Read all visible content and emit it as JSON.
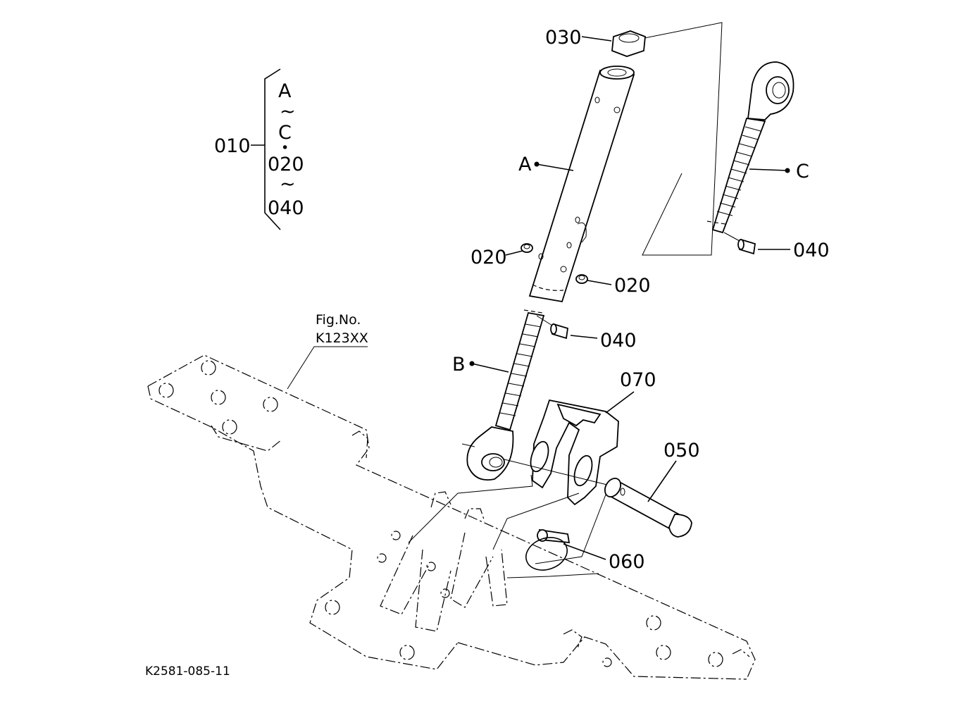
{
  "legend": {
    "ref": "010",
    "lines": [
      "A",
      "~",
      "C",
      "•",
      "020",
      "~",
      "040"
    ]
  },
  "callouts": {
    "p030": "030",
    "pA": "A",
    "pC": "C",
    "p020a": "020",
    "p020b": "020",
    "p040a": "040",
    "p040b": "040",
    "pB": "B",
    "p070": "070",
    "p050": "050",
    "p060": "060"
  },
  "figure_ref": {
    "line1": "Fig.No.",
    "line2": "K123XX"
  },
  "drawing_code": "K2581-085-11"
}
